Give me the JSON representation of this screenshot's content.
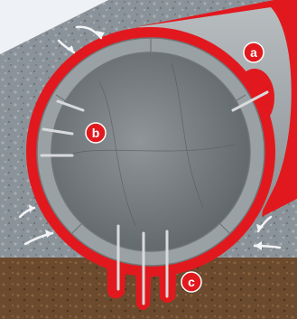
{
  "colors": {
    "page_background": "#eef1f5",
    "soil_gray": "#8b939a",
    "soil_brown": "#6b4a2e",
    "concrete": "#9aa1a4",
    "concrete_dark": "#6f7679",
    "grout_red": "#e1191e",
    "marker_fill": "#e1191e",
    "marker_text": "#ffffff",
    "anchor_steel": "#d8dadb"
  },
  "icons": {
    "flow_arrow": "curved-arrow",
    "marker": "circle-letter"
  },
  "markers": [
    {
      "id": "a",
      "label": "a"
    },
    {
      "id": "b",
      "label": "b"
    },
    {
      "id": "c",
      "label": "c"
    }
  ]
}
